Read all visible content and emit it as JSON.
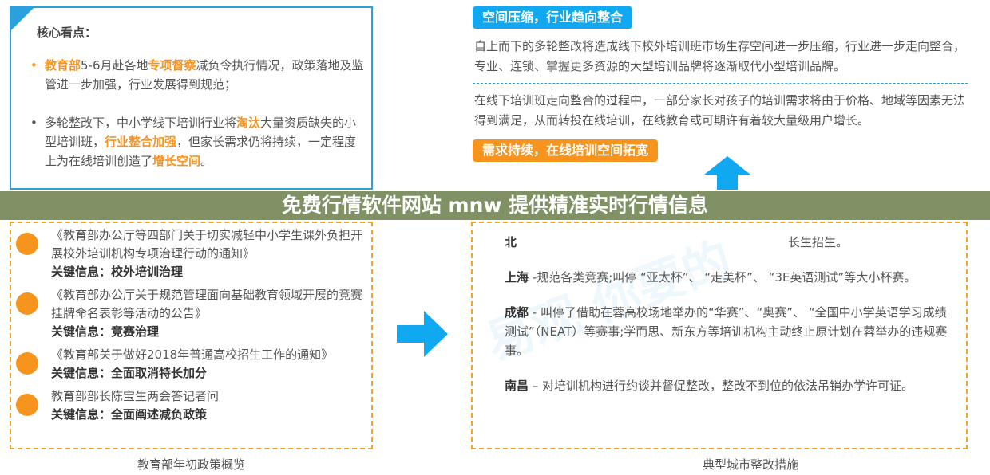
{
  "watermark": "易观 你要的",
  "core": {
    "title": "核心看点：",
    "bullets": [
      [
        {
          "t": "教育部",
          "h": true
        },
        {
          "t": "5-6月赴各地"
        },
        {
          "t": "专项督察",
          "h": true
        },
        {
          "t": "减负令执行情况，政策落地及监管进一步加强，行业发展得到规范；"
        }
      ],
      [
        {
          "t": "多轮整改下，中小学线下培训行业将"
        },
        {
          "t": "淘汰",
          "h": true
        },
        {
          "t": "大量资质缺失的小型培训班，"
        },
        {
          "t": "行业整合加强",
          "h": true
        },
        {
          "t": "，但家长需求仍将持续，一定程度上为在线培训创造了"
        },
        {
          "t": "增长空间",
          "h": true
        },
        {
          "t": "。"
        }
      ]
    ]
  },
  "policies": {
    "items": [
      {
        "title": "《教育部办公厅等四部门关于切实减轻中小学生课外负担开展校外培训机构专项治理行动的通知》",
        "key": "关键信息：校外培训治理"
      },
      {
        "title": "《教育部办公厅关于规范管理面向基础教育领域开展的竞赛挂牌命名表彰等活动的公告》",
        "key": "关键信息：竞赛治理"
      },
      {
        "title": "《教育部关于做好2018年普通高校招生工作的通知》",
        "key": "关键信息：全面取消特长加分"
      },
      {
        "title": "教育部部长陈宝生两会答记者问",
        "key": "关键信息：全面阐述减负政策"
      }
    ],
    "caption": "教育部年初政策概览"
  },
  "right": {
    "tag1": "空间压缩，行业趋向整合",
    "para1": "自上而下的多轮整改将造成线下校外培训班市场生存空间进一步压缩，行业进一步走向整合，专业、连锁、掌握更多资源的大型培训品牌将逐渐取代小型培训品牌。",
    "para2": "在线下培训班走向整合的过程中，一部分家长对孩子的培训需求将由于价格、地域等因素无法得到满足，从而转投在线培训，在线教育或可期许有着较大量级用户增长。",
    "tag2": "需求持续，在线培训空间拓宽",
    "colors": {
      "blue": "#10a8f0",
      "orange": "#f7941d"
    }
  },
  "cities": {
    "items": [
      {
        "city": "北",
        "text": "长生招生。"
      },
      {
        "city": "上海",
        "text": " -规范各类竞赛;叫停 “亚太杯”、 “走美杯”、 “3E英语测试”等大小杯赛。"
      },
      {
        "city": "成都",
        "text": " - 叫停了借助在蓉高校场地举办的“华赛”、“奥赛”、 “全国中小学英语学习成绩测试”（NEAT）等赛事;学而思、新东方等培训机构主动终止原计划在蓉举办的违规赛事。"
      },
      {
        "city": "南昌",
        "text": " – 对培训机构进行约谈并督促整改，整改不到位的依法吊销办学许可证。"
      }
    ],
    "caption": "典型城市整改措施"
  },
  "banner": {
    "text": "免费行情软件网站 mnw 提供精准实时行情信息"
  }
}
